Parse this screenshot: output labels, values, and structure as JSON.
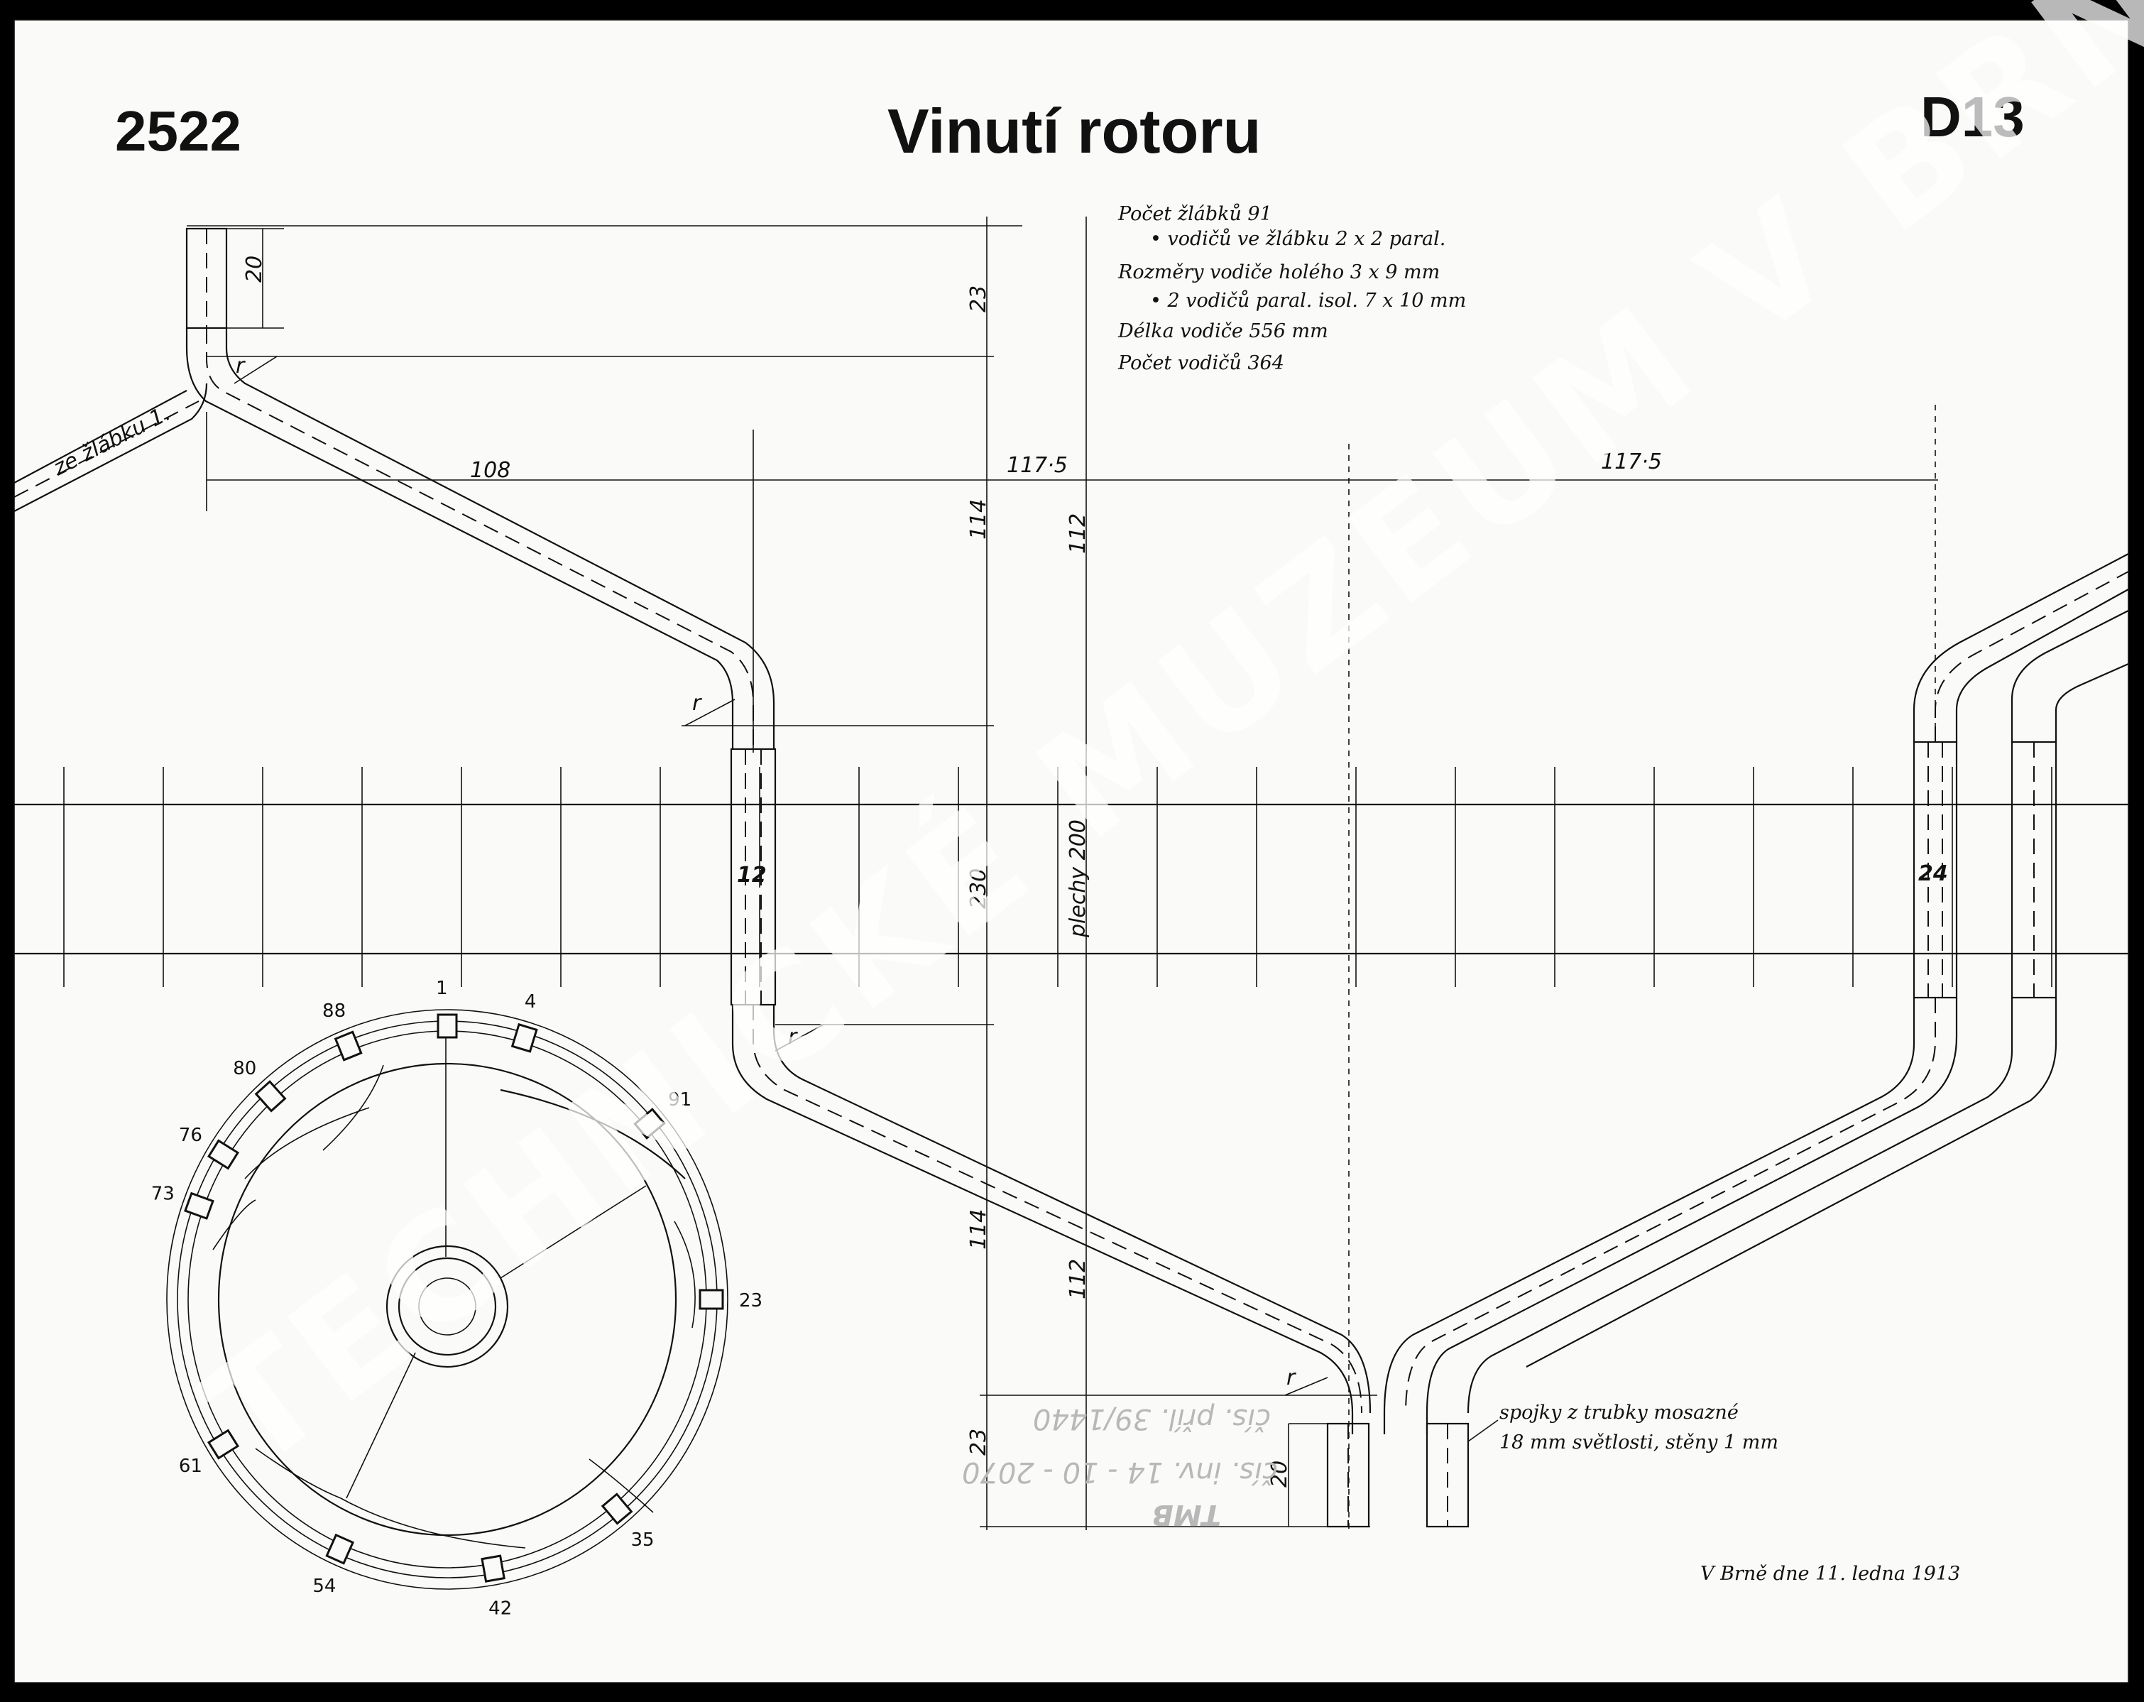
{
  "sheet": {
    "number": "2522",
    "title": "Vinutí rotoru",
    "code": "D13",
    "date_line": "V Brně dne 11. ledna 1913"
  },
  "notes": [
    "Počet žlábků 91",
    "•    vodičů ve žlábku 2 x 2 paral.",
    "Rozměry vodiče holého 3 x 9 mm",
    "•    2 vodičů paral. isol. 7 x 10 mm",
    "Délka vodiče 556 mm",
    "Počet vodičů 364"
  ],
  "labels": {
    "from_slot": "ze žlábku 1.",
    "slot_12": "12",
    "slot_24": "24",
    "radius": "r",
    "sheets_200": "plechy 200",
    "joints_line1": "spojky z trubky mosazné",
    "joints_line2": "18 mm světlosti, stěny 1 mm"
  },
  "dimensions": {
    "d_20_top": "20",
    "d_23_top": "23",
    "d_114_top": "114",
    "d_112_top": "112",
    "d_108": "108",
    "d_117_5_a": "117·5",
    "d_117_5_b": "117·5",
    "d_230": "230",
    "d_114_bottom": "114",
    "d_112_bottom": "112",
    "d_23_bottom": "23",
    "d_20_bottom": "20"
  },
  "circle_labels": [
    "88",
    "1",
    "4",
    "80",
    "76",
    "73",
    "91",
    "23",
    "61",
    "35",
    "54",
    "42"
  ],
  "stamp": {
    "line1": "TMB",
    "line2": "čís. inv. 14 - 10 - 2070",
    "line3": "čís. příl. 39/1440"
  },
  "watermark": "TECHNICKÉ MUZEUM V BRNĚ"
}
